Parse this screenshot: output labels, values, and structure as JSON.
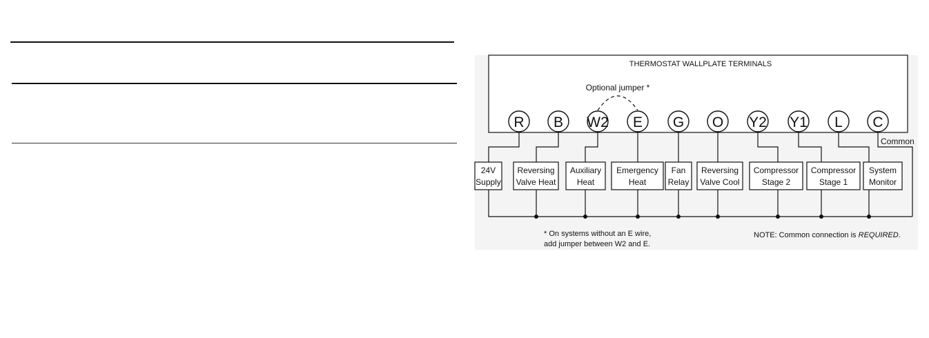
{
  "diagram": {
    "title": "THERMOSTAT WALLPLATE TERMINALS",
    "jumper_label": "Optional jumper *",
    "common_label": "Common",
    "terminals": [
      "R",
      "B",
      "W2",
      "E",
      "G",
      "O",
      "Y2",
      "Y1",
      "L",
      "C"
    ],
    "devices": [
      {
        "line1": "24V",
        "line2": "Supply"
      },
      {
        "line1": "Reversing",
        "line2": "Valve Heat"
      },
      {
        "line1": "Auxiliary",
        "line2": "Heat"
      },
      {
        "line1": "Emergency",
        "line2": "Heat"
      },
      {
        "line1": "Fan",
        "line2": "Relay"
      },
      {
        "line1": "Reversing",
        "line2": "Valve Cool"
      },
      {
        "line1": "Compressor",
        "line2": "Stage 2"
      },
      {
        "line1": "Compressor",
        "line2": "Stage 1"
      },
      {
        "line1": "System",
        "line2": "Monitor"
      }
    ],
    "footnote": {
      "line1": "* On systems without an E wire,",
      "line2": "add jumper between W2 and E."
    },
    "note": {
      "prefix": "NOTE:  Common connection is ",
      "emphasis": "REQUIRED",
      "suffix": "."
    }
  }
}
